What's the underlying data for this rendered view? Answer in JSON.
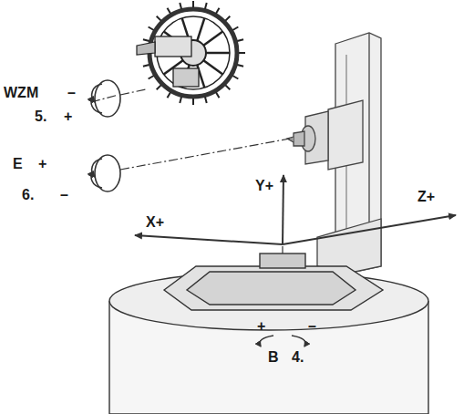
{
  "diagram": {
    "labels": [
      "WZM",
      "–",
      "5.",
      "+",
      "E",
      "+",
      "6.",
      "–",
      "Y+",
      "Z+",
      "X+",
      "+",
      "–",
      "B",
      "4."
    ]
  }
}
